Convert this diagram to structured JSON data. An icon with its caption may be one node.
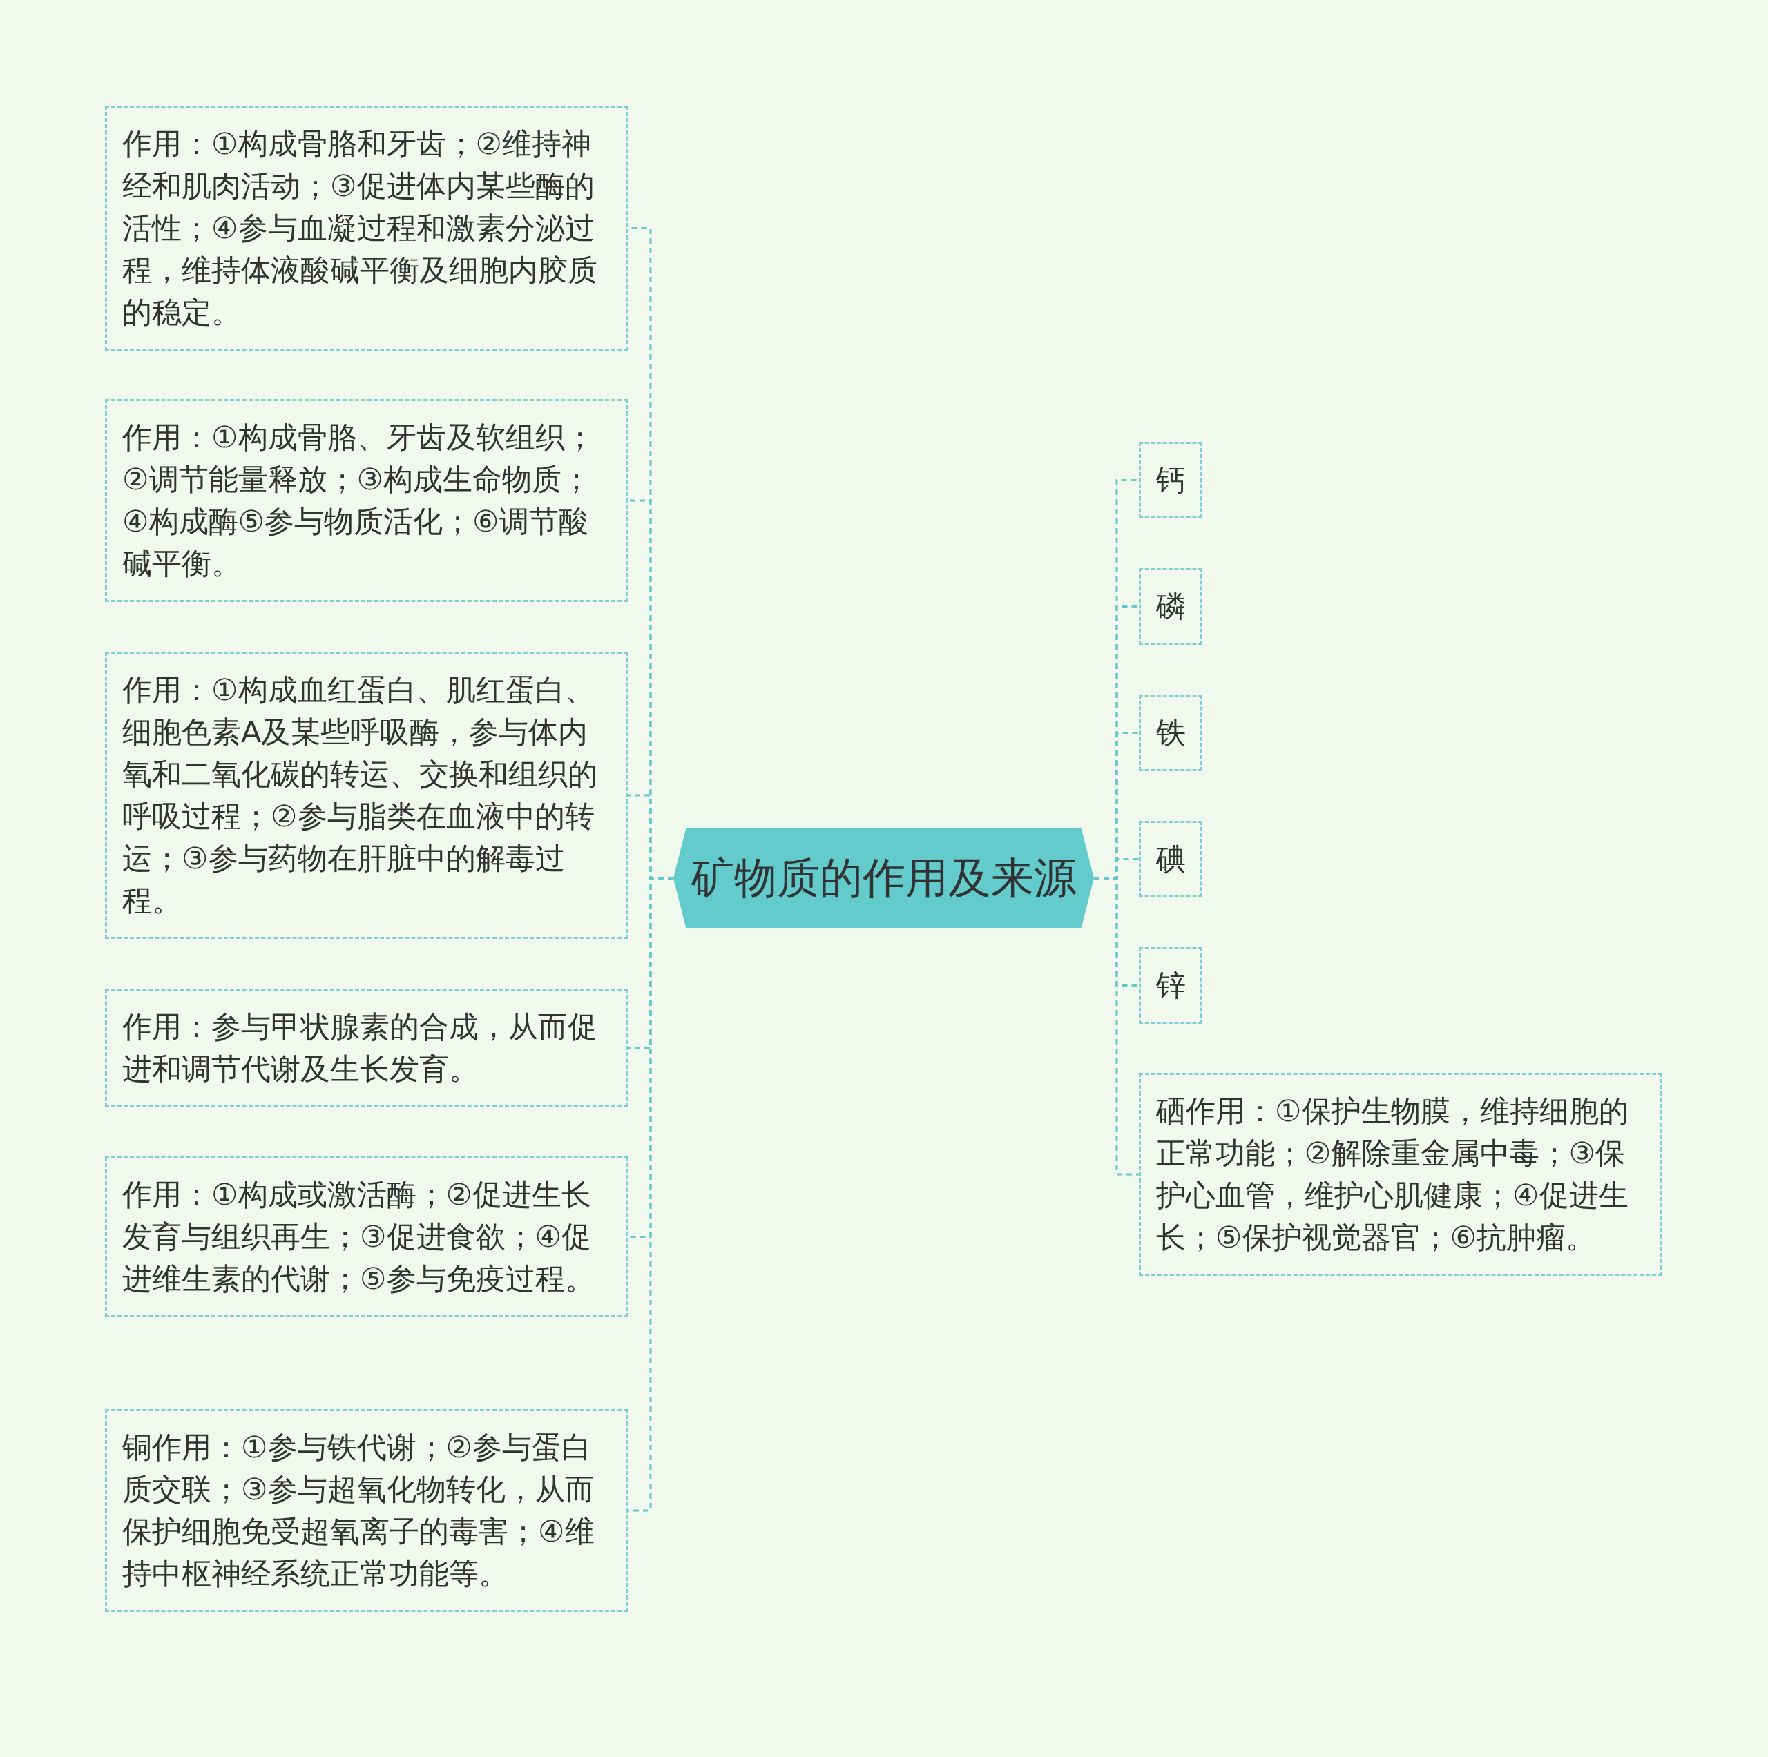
{
  "diagram": {
    "nodes": [
      {
        "text": [
          "矿物质的作用及来源"
        ]
      },
      {
        "text": [
          "作用：①构成骨胳和牙齿；②维持神经和肌肉活动；③促进体内某些酶的活性；④参与血凝过程和激素分泌过程，维持体液酸碱平衡及细胞内胶质的稳定。"
        ]
      },
      {
        "text": [
          "作用：①构成骨胳、牙齿及软组织；②调节能量释放；③构成生命物质；④构成酶⑤参与物质活化；⑥调节酸碱平衡。"
        ]
      },
      {
        "text": [
          "作用：①构成血红蛋白、肌红蛋白、细胞色素A及某些呼吸酶，参与体内氧和二氧化碳的转运、交换和组织的呼吸过程；②参与脂类在血液中的转运；③参与药物在肝脏中的解毒过程。"
        ]
      },
      {
        "text": [
          "作用：参与甲状腺素的合成，从而促进和调节代谢及生长发育。"
        ]
      },
      {
        "text": [
          "作用：①构成或激活酶；②促进生长发育与组织再生；③促进食欲；④促进维生素的代谢；⑤参与免疫过程。"
        ]
      },
      {
        "text": [
          "铜作用：①参与铁代谢；②参与蛋白质交联；③参与超氧化物转化，从而保护细胞免受超氧离子的毒害；④维持中枢神经系统正常功能等。"
        ]
      },
      {
        "text": [
          "钙"
        ]
      },
      {
        "text": [
          "磷"
        ]
      },
      {
        "text": [
          "铁"
        ]
      },
      {
        "text": [
          "碘"
        ]
      },
      {
        "text": [
          "锌"
        ]
      },
      {
        "text": [
          "硒作用：①保护生物膜，维持细胞的正常功能；②解除重金属中毒；③保护心血管，维护心肌健康；④促进生长；⑤保护视觉器官；⑥抗肿瘤。"
        ]
      }
    ],
    "edges": [
      {
        "from": 0,
        "to": 1,
        "arrow": "none",
        "style": "dashed"
      },
      {
        "from": 0,
        "to": 2,
        "arrow": "none",
        "style": "dashed"
      },
      {
        "from": 0,
        "to": 3,
        "arrow": "none",
        "style": "dashed"
      },
      {
        "from": 0,
        "to": 4,
        "arrow": "none",
        "style": "dashed"
      },
      {
        "from": 0,
        "to": 5,
        "arrow": "none",
        "style": "dashed"
      },
      {
        "from": 0,
        "to": 6,
        "arrow": "none",
        "style": "dashed"
      },
      {
        "from": 0,
        "to": 7,
        "arrow": "none",
        "style": "dashed"
      },
      {
        "from": 0,
        "to": 8,
        "arrow": "none",
        "style": "dashed"
      },
      {
        "from": 0,
        "to": 9,
        "arrow": "none",
        "style": "dashed"
      },
      {
        "from": 0,
        "to": 10,
        "arrow": "none",
        "style": "dashed"
      },
      {
        "from": 0,
        "to": 11,
        "arrow": "none",
        "style": "dashed"
      },
      {
        "from": 0,
        "to": 12,
        "arrow": "none",
        "style": "dashed"
      }
    ]
  }
}
